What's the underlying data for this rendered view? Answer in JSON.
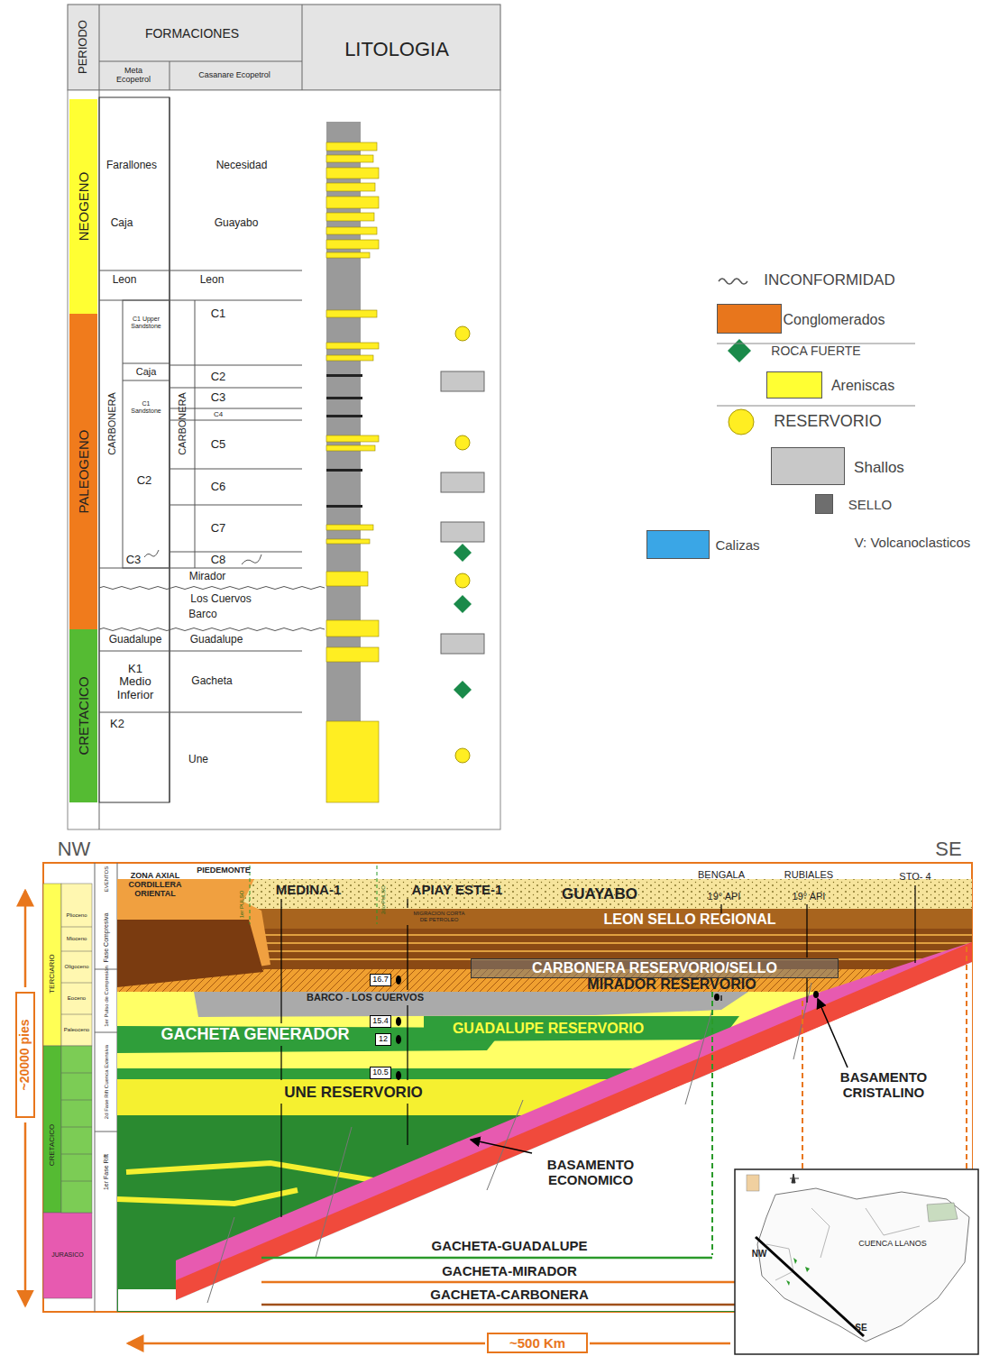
{
  "diagram": {
    "nodes": [
      {
        "text": [
          "NEOGENO"
        ]
      },
      {
        "text": [
          "PALEOGENO"
        ]
      },
      {
        "text": [
          "CRETACICO"
        ]
      },
      {
        "text": [
          "CARBONERA RESERVORIO/SELLO"
        ]
      },
      {
        "text": [
          "16.7"
        ]
      },
      {
        "text": [
          "15.4"
        ]
      },
      {
        "text": [
          "12"
        ]
      },
      {
        "text": [
          "10.5"
        ]
      },
      {
        "text": [
          "~20000 pies"
        ]
      },
      {
        "text": [
          "~500 Km"
        ]
      }
    ],
    "labels": [
      "PERIODO",
      "FORMACIONES",
      "Meta Ecopetrol",
      "Casanare Ecopetrol",
      "LITOLOGIA",
      "Farallones",
      "Necesidad",
      "Caja",
      "Guayabo",
      "Leon",
      "Leon",
      "C1 Upper Sandstone",
      "C1",
      "Caja",
      "C2",
      "C3",
      "C4",
      "C1 Sandstone",
      "CARBONERA",
      "CARBONERA",
      "C5",
      "C2",
      "C6",
      "C7",
      "C3",
      "C8",
      "Mirador",
      "Los Cuervos",
      "Barco",
      "Guadalupe",
      "Guadalupe",
      "K1 Medio Inferior",
      "Gacheta",
      "K2",
      "Une",
      "NW",
      "SE",
      "ZONA AXIAL CORDILLERA ORIENTAL",
      "PIEDEMONTE",
      "MEDINA-1",
      "APIAY ESTE-1",
      "BENGALA",
      "19° API",
      "RUBIALES",
      "19° API",
      "STO- 4",
      "GUAYABO",
      "LEON SELLO REGIONAL",
      "MIRADOR RESERVORIO",
      "BARCO - LOS CUERVOS",
      "GACHETA GENERADOR",
      "GUADALUPE RESERVORIO",
      "UNE RESERVORIO",
      "BASAMENTO CRISTALINO",
      "BASAMENTO ECONOMICO",
      "GACHETA-GUADALUPE",
      "GACHETA-MIRADOR",
      "GACHETA-CARBONERA",
      "TERCIARIO",
      "CRETACICO",
      "JURASICO",
      "EVENTOS",
      "Fase Compresiva",
      "1er Pulso de Compresión",
      "2d Fase Rift Cuenca Extensiva",
      "1er Fase Rift",
      "1er PULSO",
      "2do PULSO",
      "MIGRACION CORTA DE PETROLEO",
      "CUENCA LLANOS",
      "NW",
      "SE",
      "Plioceno",
      "Mioceno",
      "Oligoceno",
      "Eoceno",
      "Paleoceno"
    ],
    "legend": [
      {
        "text": "INCONFORMIDAD"
      },
      {
        "text": "Conglomerados",
        "color": "#e8761c"
      },
      {
        "text": "ROCA FUERTE"
      },
      {
        "text": "Areniscas",
        "color": "#ffff33"
      },
      {
        "text": "RESERVORIO"
      },
      {
        "text": "Shallos",
        "color": "#c8c8c8"
      },
      {
        "text": "SELLO",
        "color": "#6e6e6e"
      },
      {
        "text": "Calizas",
        "color": "#3aa6e6"
      },
      {
        "text": "V: Volcanoclasticos"
      }
    ]
  }
}
